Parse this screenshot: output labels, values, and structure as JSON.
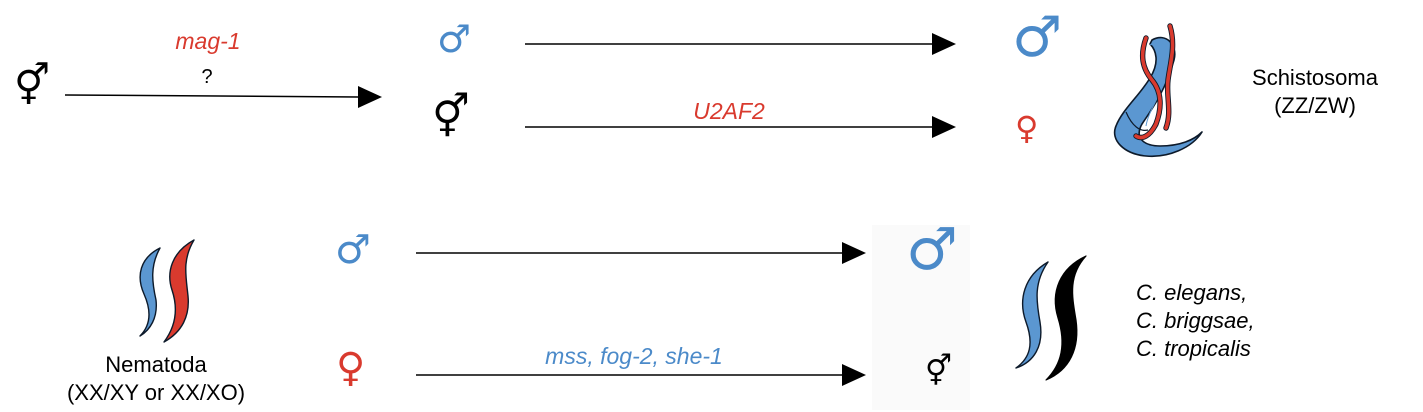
{
  "colors": {
    "male": "#4b8ac9",
    "female": "#d93a2e",
    "black": "#000000",
    "worm_blue": "#5b97d1",
    "worm_red": "#d93a2e",
    "worm_black": "#000000"
  },
  "symbols": {
    "hermaphrodite": "⚥",
    "male": "♂",
    "female": "♀"
  },
  "schistosoma": {
    "gene_top": "mag-1",
    "gene_top_qualifier": "?",
    "gene_lower": "U2AF2",
    "taxon": "Schistosoma",
    "system": "(ZZ/ZW)",
    "worm_icon": "schistosoma-pair-icon"
  },
  "nematoda": {
    "taxon": "Nematoda",
    "system": "(XX/XY or XX/XO)",
    "genes": "mss, fog-2, she-1",
    "species": [
      "C. elegans,",
      "C. briggsae,",
      "C. tropicalis"
    ],
    "worm_icon_left": "nematode-pair-icon",
    "worm_icon_right": "hermaphrodite-nematode-pair-icon"
  }
}
